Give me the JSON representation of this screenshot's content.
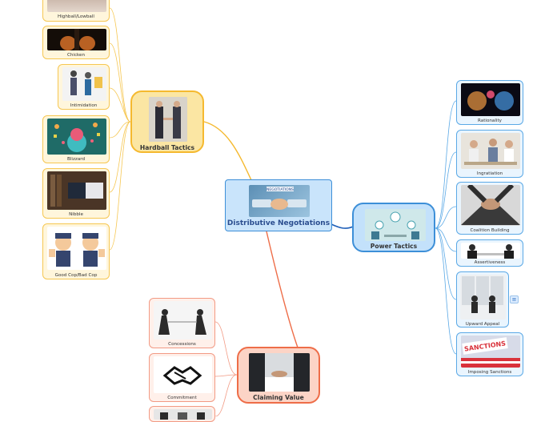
{
  "center": {
    "title": "Distributive Negotiations",
    "banner_text": "NEGOTIATIONS",
    "color": "#3d8fd8"
  },
  "hardball": {
    "title": "Hardball Tactics",
    "color": "#f5b92f",
    "items": [
      {
        "label": "Highball/Lowball"
      },
      {
        "label": "Chicken"
      },
      {
        "label": "Intimidation"
      },
      {
        "label": "Blizzard"
      },
      {
        "label": "Nibble"
      },
      {
        "label": "Good Cop/Bad Cop"
      }
    ]
  },
  "power": {
    "title": "Power Tactics",
    "color": "#3d8fd8",
    "items": [
      {
        "label": "Rationality"
      },
      {
        "label": "Ingratiation"
      },
      {
        "label": "Coalition Building"
      },
      {
        "label": "Assertiveness"
      },
      {
        "label": "Upward Appeal",
        "icon": "note-icon"
      },
      {
        "label": "Imposing Sanctions",
        "banner_text": "SANCTIONS"
      }
    ]
  },
  "claiming": {
    "title": "Claiming Value",
    "color": "#ee6d48",
    "items": [
      {
        "label": "Concessions"
      },
      {
        "label": "Commitment"
      }
    ]
  }
}
